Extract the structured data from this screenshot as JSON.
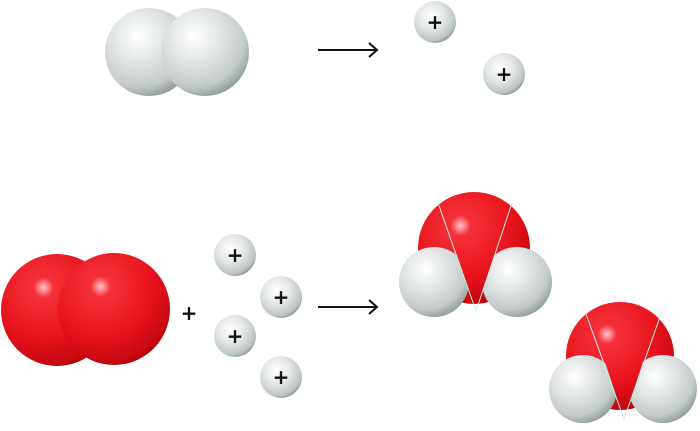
{
  "diagram": {
    "type": "reaction-scheme",
    "colors": {
      "oxygen": "#e8141c",
      "oxygen_highlight": "#ffb0b8",
      "oxygen_shadow": "#b00008",
      "hydrogen": "#d7dcdb",
      "hydrogen_highlight": "#ffffff",
      "hydrogen_shadow": "#8f9a98",
      "bond_seam": "#bfe8ea",
      "arrow": "#111111"
    },
    "reactions": [
      {
        "name": "hydrogen-oxidation",
        "reactants": [
          {
            "label": "H2 molecule"
          }
        ],
        "arrow": "⟶",
        "products": [
          {
            "label": "proton",
            "charge": "+"
          },
          {
            "label": "proton",
            "charge": "+"
          }
        ]
      },
      {
        "name": "oxygen-reduction",
        "reactants": [
          {
            "label": "O2 molecule"
          },
          {
            "label": "proton",
            "charge": "+",
            "count": 4
          }
        ],
        "operator": "+",
        "arrow": "⟶",
        "products": [
          {
            "label": "H2O molecule"
          },
          {
            "label": "H2O molecule"
          }
        ]
      }
    ],
    "proton_charge_label": "+",
    "plus_operator": "+"
  }
}
